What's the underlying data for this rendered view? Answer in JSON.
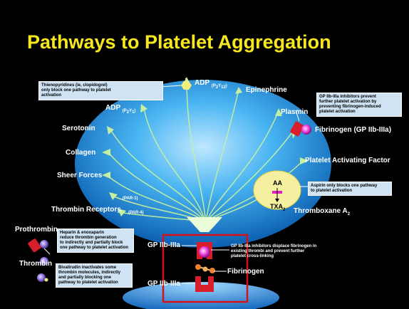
{
  "title": "Pathways to Platelet Aggregation",
  "labels": {
    "adp_p2y12": "ADP (P2Y12)",
    "adp_p2y1": "ADP (P2Y1)",
    "epinephrine": "Epinephrine",
    "plasmin": "Plasmin",
    "serotonin": "Serotonin",
    "fibrinogen_gp": "Fibrinogen (GP IIb-IIIa)",
    "collagen": "Collagen",
    "platelet_activating_factor": "Platelet Activating Factor",
    "sheer_forces": "Sheer Forces",
    "thrombin_receptors": "Thrombin Receptors",
    "par1": "(PAR-1)",
    "par4": "(PAR-4)",
    "aa": "AA",
    "txa2": "TXA2",
    "thromboxane_a2": "Thromboxane A2",
    "prothrombin": "Prothrombin",
    "thrombin": "Thrombin",
    "gp_iib_iiia_top": "GP IIb-IIIa",
    "gp_iib_iiia_bottom": "GP IIb-IIIa",
    "fibrinogen": "Fibrinogen"
  },
  "notes": {
    "thienopyridines": "Thienopyridines (ie, clopidogrel)\nonly block one pathway to platelet\nactivation",
    "gp_inhibitors_prevent": "GP IIb-IIIa inhibitors prevent\nfurther platelet activation by\npreventing fibrinogen-induced\nplatelet activation",
    "aspirin": "Aspirin only blocks one pathway\nto platelet activation",
    "heparin": "Heparin & enoxaparin\nreduce thrombin generation\nto indirectly and partially block\none pathway to platelet activation",
    "bivalirudin": "Bivalirudin inactivates some\nthrombin molecules, indirectly\nand partially blocking one\npathway to platelet activation",
    "gp_inhibitors_displace": "GP IIb-IIIa inhibitors displace fibrinogen in\nexisting thrombi and prevent further\nplatelet cross-linking"
  },
  "colors": {
    "title": "#f7e81e",
    "platelet": "#2f9be0",
    "arrows": "#c6f0a0",
    "highlight_box": "#d8101a",
    "receptor": "#d81e2a",
    "fibrinogen_ball": "#f08030",
    "note_bg": "#cfe3f5"
  }
}
